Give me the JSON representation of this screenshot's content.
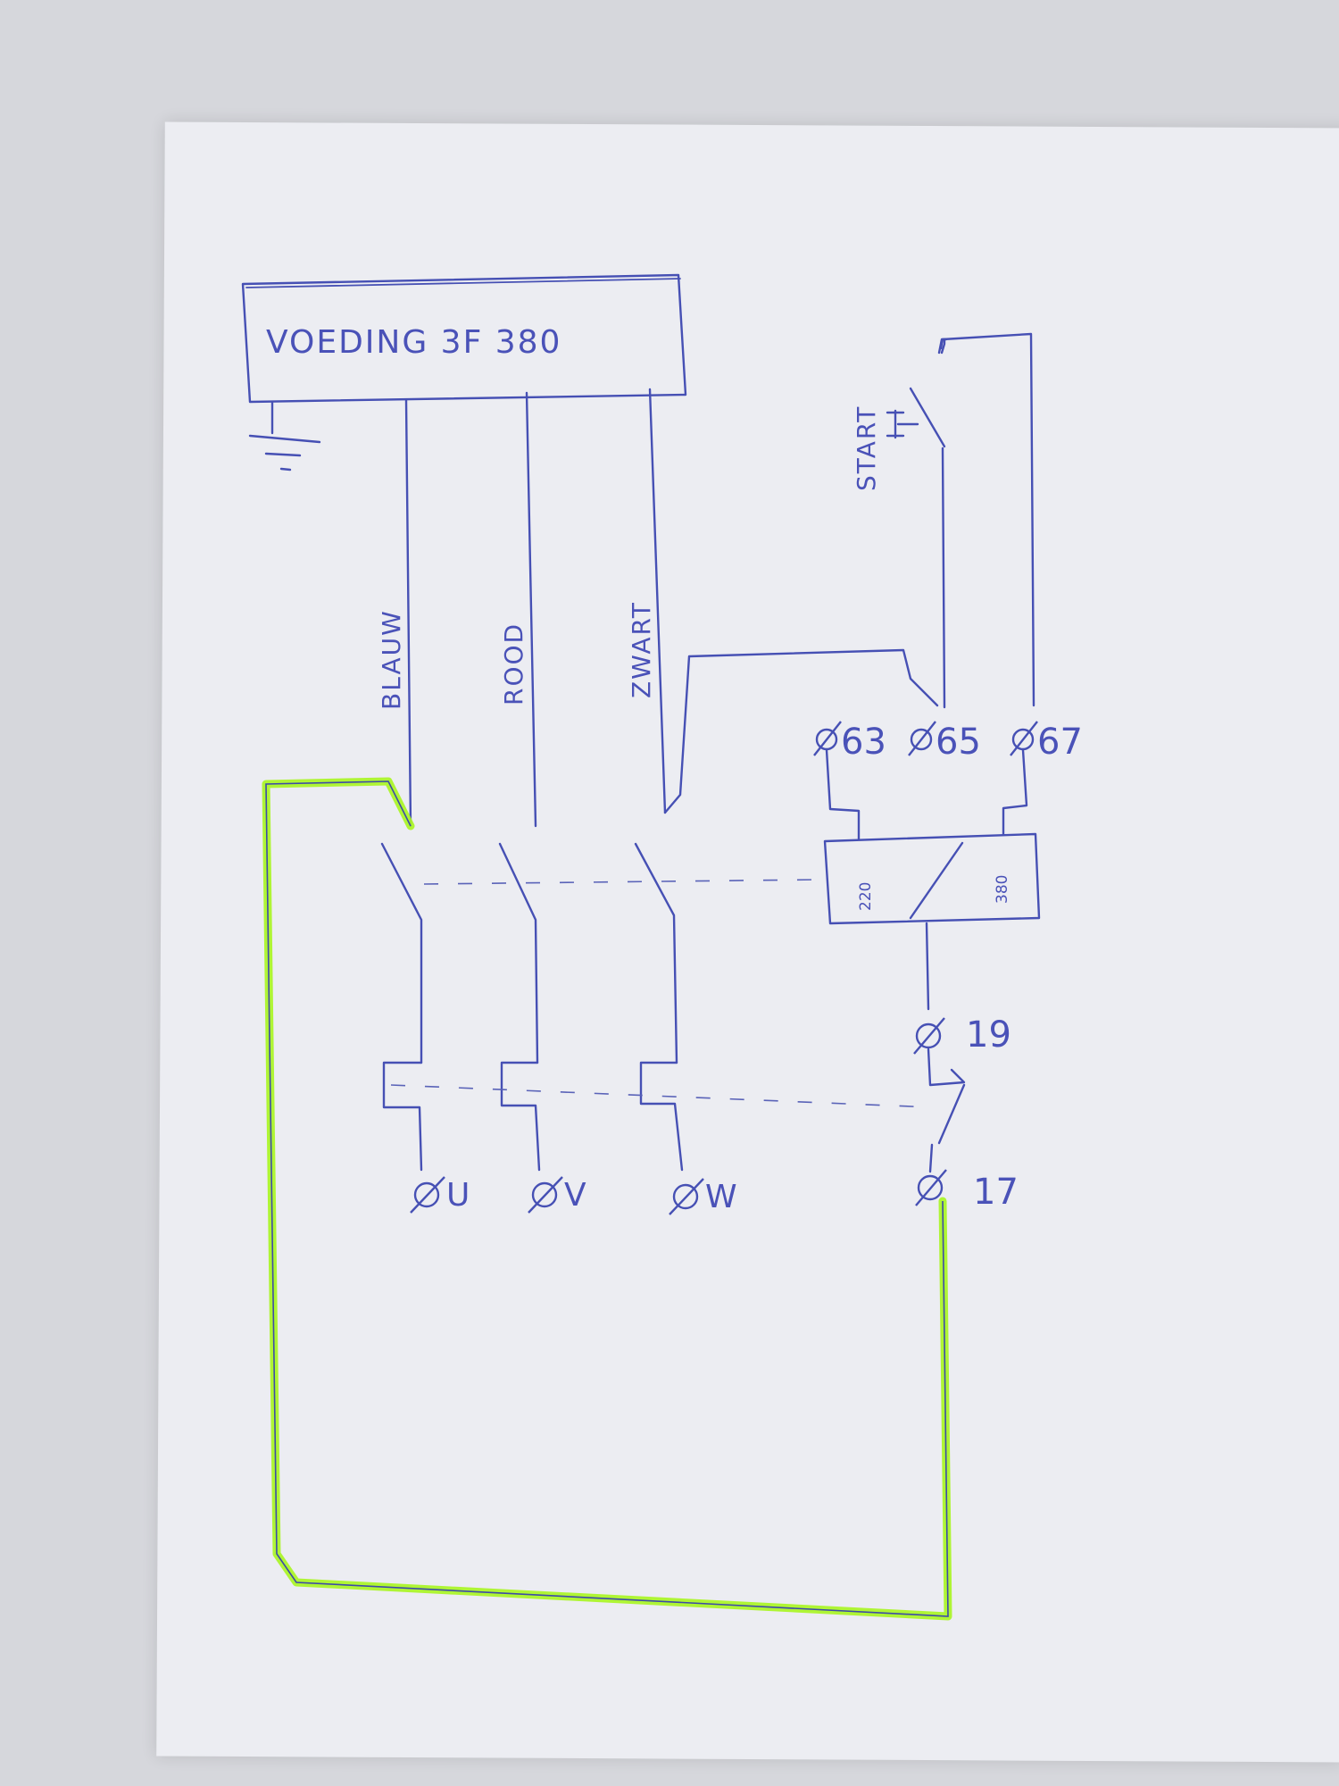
{
  "diagram": {
    "supply_label": "VOEDING 3F 380",
    "wires": [
      "BLAUW",
      "ROOD",
      "ZWART"
    ],
    "button_label": "START",
    "contactor_terminals": [
      "63",
      "65",
      "67"
    ],
    "coil_labels": [
      "220",
      "380"
    ],
    "overload_terminals": [
      "19",
      "17"
    ],
    "outputs": [
      "U",
      "V",
      "W"
    ],
    "colors": {
      "ink": "#4650b4",
      "highlight": "#a8f520",
      "paper": "#ecedf2"
    }
  }
}
